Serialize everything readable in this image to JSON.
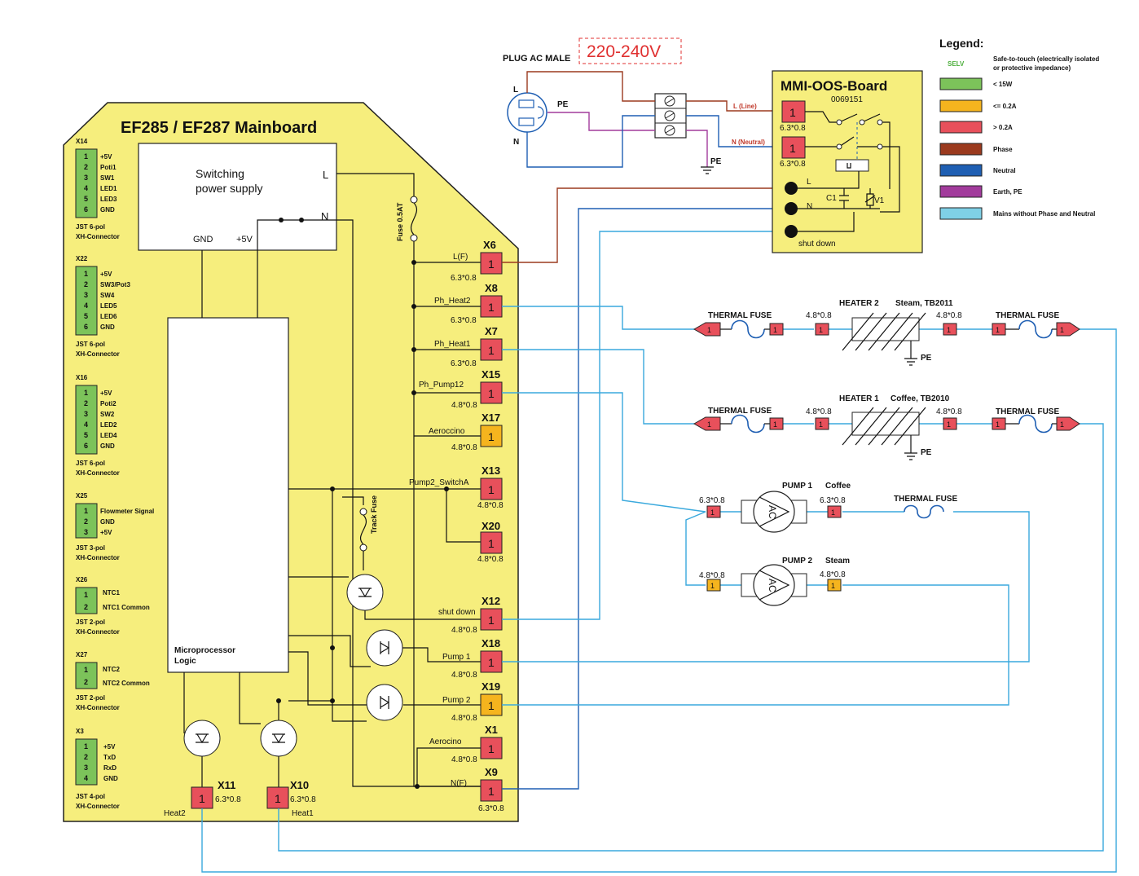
{
  "colors": {
    "board": "#f6ee7d",
    "selv": "#7cc35a",
    "low": "#f5b41e",
    "high": "#e8505b",
    "phase": "#9b3a1e",
    "neutral": "#1f5fb3",
    "earth": "#a23b9c",
    "mains": "#3aa9dd",
    "voltage": "#e03030"
  },
  "header": {
    "plug": "PLUG AC MALE",
    "voltage": "220-240V",
    "plug_l": "L",
    "plug_n": "N",
    "plug_pe": "PE",
    "pe_ground": "PE"
  },
  "mainboard": {
    "title": "EF285 / EF287 Mainboard",
    "psu_line1": "Switching",
    "psu_line2": "power supply",
    "psu_l": "L",
    "psu_n": "N",
    "psu_gnd": "GND",
    "psu_5v": "+5V",
    "fuse": "Fuse 0.5AT",
    "track_fuse": "Track Fuse",
    "micro1": "Microprocessor",
    "micro2": "Logic"
  },
  "left_connectors": [
    {
      "name": "X14",
      "pins": [
        "1",
        "2",
        "3",
        "4",
        "5",
        "6"
      ],
      "signals": [
        "+5V",
        "Poti1",
        "SW1",
        "LED1",
        "LED3",
        "GND"
      ],
      "type1": "JST 6-pol",
      "type2": "XH-Connector"
    },
    {
      "name": "X22",
      "pins": [
        "1",
        "2",
        "3",
        "4",
        "5",
        "6"
      ],
      "signals": [
        "+5V",
        "SW3/Pot3",
        "SW4",
        "LED5",
        "LED6",
        "GND"
      ],
      "type1": "JST 6-pol",
      "type2": "XH-Connector"
    },
    {
      "name": "X16",
      "pins": [
        "1",
        "2",
        "3",
        "4",
        "5",
        "6"
      ],
      "signals": [
        "+5V",
        "Poti2",
        "SW2",
        "LED2",
        "LED4",
        "GND"
      ],
      "type1": "JST 6-pol",
      "type2": "XH-Connector"
    },
    {
      "name": "X25",
      "pins": [
        "1",
        "2",
        "3"
      ],
      "signals": [
        "Flowmeter Signal",
        "GND",
        "+5V"
      ],
      "type1": "JST 3-pol",
      "type2": "XH-Connector"
    },
    {
      "name": "X26",
      "pins": [
        "1",
        "2"
      ],
      "signals": [
        "NTC1",
        "NTC1 Common"
      ],
      "type1": "JST 2-pol",
      "type2": "XH-Connector"
    },
    {
      "name": "X27",
      "pins": [
        "1",
        "2"
      ],
      "signals": [
        "NTC2",
        "NTC2 Common"
      ],
      "type1": "JST 2-pol",
      "type2": "XH-Connector"
    },
    {
      "name": "X3",
      "pins": [
        "1",
        "2",
        "3",
        "4"
      ],
      "signals": [
        "+5V",
        "TxD",
        "RxD",
        "GND"
      ],
      "type1": "JST 4-pol",
      "type2": "XH-Connector"
    }
  ],
  "right_connectors": [
    {
      "name": "X6",
      "signal": "L(F)",
      "size": "6.3*0.8",
      "pin": "1"
    },
    {
      "name": "X8",
      "signal": "Ph_Heat2",
      "size": "6.3*0.8",
      "pin": "1"
    },
    {
      "name": "X7",
      "signal": "Ph_Heat1",
      "size": "6.3*0.8",
      "pin": "1"
    },
    {
      "name": "X15",
      "signal": "Ph_Pump12",
      "size": "4.8*0.8",
      "pin": "1"
    },
    {
      "name": "X17",
      "signal": "Aeroccino",
      "size": "4.8*0.8",
      "pin": "1"
    },
    {
      "name": "X13",
      "signal": "Pump2_SwitchA",
      "size": "4.8*0.8",
      "pin": "1"
    },
    {
      "name": "X20",
      "signal": "",
      "size": "4.8*0.8",
      "pin": "1"
    },
    {
      "name": "X12",
      "signal": "shut down",
      "size": "4.8*0.8",
      "pin": "1"
    },
    {
      "name": "X18",
      "signal": "Pump 1",
      "size": "4.8*0.8",
      "pin": "1"
    },
    {
      "name": "X19",
      "signal": "Pump 2",
      "size": "4.8*0.8",
      "pin": "1"
    },
    {
      "name": "X1",
      "signal": "Aerocino",
      "size": "4.8*0.8",
      "pin": "1"
    },
    {
      "name": "X9",
      "signal": "N(F)",
      "size": "6.3*0.8",
      "pin": "1"
    }
  ],
  "bottom_connectors": [
    {
      "name": "X11",
      "size": "6.3*0.8",
      "label": "Heat2",
      "pin": "1"
    },
    {
      "name": "X10",
      "size": "6.3*0.8",
      "label": "Heat1",
      "pin": "1"
    }
  ],
  "mmi": {
    "title": "MMI-OOS-Board",
    "code": "0069151",
    "l_line": "L (Line)",
    "n_neutral": "N (Neutral)",
    "size": "6.3*0.8",
    "pin": "1",
    "l": "L",
    "n": "N",
    "c1": "C1",
    "v1": "V1",
    "shutdown": "shut down"
  },
  "heater2": {
    "title": "HEATER 2",
    "sub": "Steam, TB2011",
    "size": "4.8*0.8",
    "tf": "THERMAL FUSE",
    "pe": "PE",
    "pin": "1"
  },
  "heater1": {
    "title": "HEATER 1",
    "sub": "Coffee, TB2010",
    "size": "4.8*0.8",
    "tf": "THERMAL FUSE",
    "pe": "PE",
    "pin": "1"
  },
  "pump1": {
    "title": "PUMP 1",
    "sub": "Coffee",
    "size_l": "6.3*0.8",
    "size_r": "6.3*0.8",
    "ac": "AC",
    "tf": "THERMAL FUSE",
    "pin": "1"
  },
  "pump2": {
    "title": "PUMP 2",
    "sub": "Steam",
    "size_l": "4.8*0.8",
    "size_r": "4.8*0.8",
    "ac": "AC",
    "pin": "1"
  },
  "legend": {
    "title": "Legend:",
    "selv": "SELV",
    "selv_desc1": "Safe-to-touch (electrically isolated",
    "selv_desc2": "or protective impedance)",
    "items": [
      {
        "label": "< 15W",
        "color": "#7cc35a"
      },
      {
        "label": "<= 0.2A",
        "color": "#f5b41e"
      },
      {
        "label": "> 0.2A",
        "color": "#e8505b"
      },
      {
        "label": "Phase",
        "color": "#9b3a1e"
      },
      {
        "label": "Neutral",
        "color": "#1f5fb3"
      },
      {
        "label": "Earth, PE",
        "color": "#a23b9c"
      },
      {
        "label": "Mains without Phase and Neutral",
        "color": "#3aa9dd"
      }
    ]
  }
}
